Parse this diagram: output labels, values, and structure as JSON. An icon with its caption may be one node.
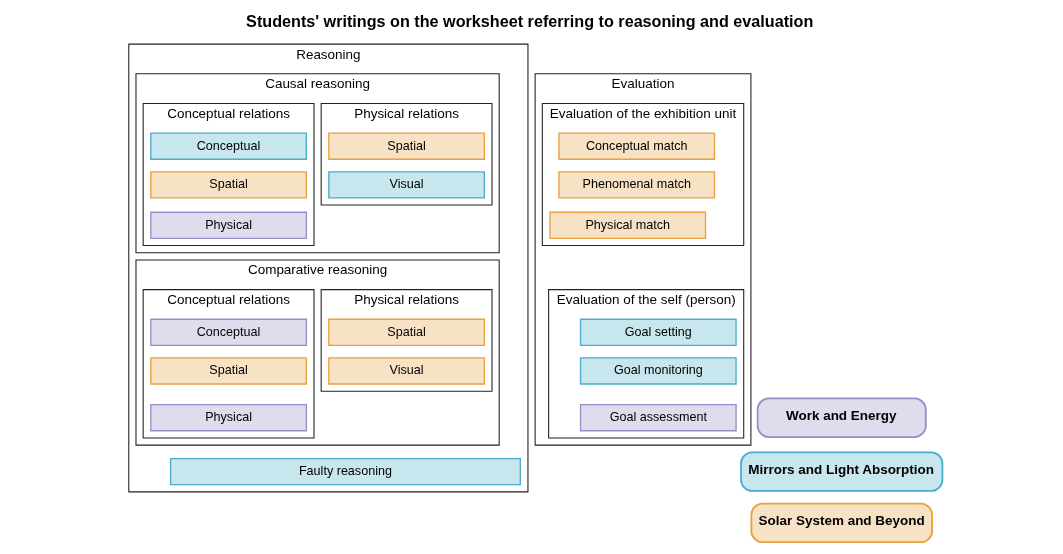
{
  "diagram": {
    "title": "Students' writings on the worksheet referring to reasoning and evaluation",
    "nodes": [
      {
        "text": [
          "Reasoning"
        ]
      },
      {
        "text": [
          "Causal reasoning"
        ],
        "in": 0
      },
      {
        "text": [
          "Conceptual relations"
        ],
        "in": 1
      },
      {
        "text": [
          "Conceptual"
        ],
        "in": 2
      },
      {
        "text": [
          "Spatial"
        ],
        "in": 2
      },
      {
        "text": [
          "Physical"
        ],
        "in": 2
      },
      {
        "text": [
          "Physical relations"
        ],
        "in": 1
      },
      {
        "text": [
          "Spatial"
        ],
        "in": 6
      },
      {
        "text": [
          "Visual"
        ],
        "in": 6
      },
      {
        "text": [
          "Comparative reasoning"
        ],
        "in": 0
      },
      {
        "text": [
          "Conceptual relations"
        ],
        "in": 9
      },
      {
        "text": [
          "Conceptual"
        ],
        "in": 10
      },
      {
        "text": [
          "Spatial"
        ],
        "in": 10
      },
      {
        "text": [
          "Physical"
        ],
        "in": 10
      },
      {
        "text": [
          "Physical relations"
        ],
        "in": 9
      },
      {
        "text": [
          "Spatial"
        ],
        "in": 14
      },
      {
        "text": [
          "Visual"
        ],
        "in": 14
      },
      {
        "text": [
          "Faulty reasoning"
        ],
        "in": 0
      },
      {
        "text": [
          "Evaluation"
        ]
      },
      {
        "text": [
          "Evaluation of the exhibition unit"
        ],
        "in": 18
      },
      {
        "text": [
          "Conceptual match"
        ],
        "in": 19
      },
      {
        "text": [
          "Phenomenal match"
        ],
        "in": 19
      },
      {
        "text": [
          "Physical match"
        ],
        "in": 19
      },
      {
        "text": [
          "Evaluation of the self (person)"
        ],
        "in": 18
      },
      {
        "text": [
          "Goal setting"
        ],
        "in": 23
      },
      {
        "text": [
          "Goal monitoring"
        ],
        "in": 23
      },
      {
        "text": [
          "Goal assessment"
        ],
        "in": 23
      }
    ],
    "edges": [],
    "legend": [
      {
        "text": "Work and Energy",
        "color": "#9a8cc8"
      },
      {
        "text": "Mirrors and Light Absorption",
        "color": "#4aaec8"
      },
      {
        "text": "Solar System and Beyond",
        "color": "#e8a040"
      }
    ]
  }
}
